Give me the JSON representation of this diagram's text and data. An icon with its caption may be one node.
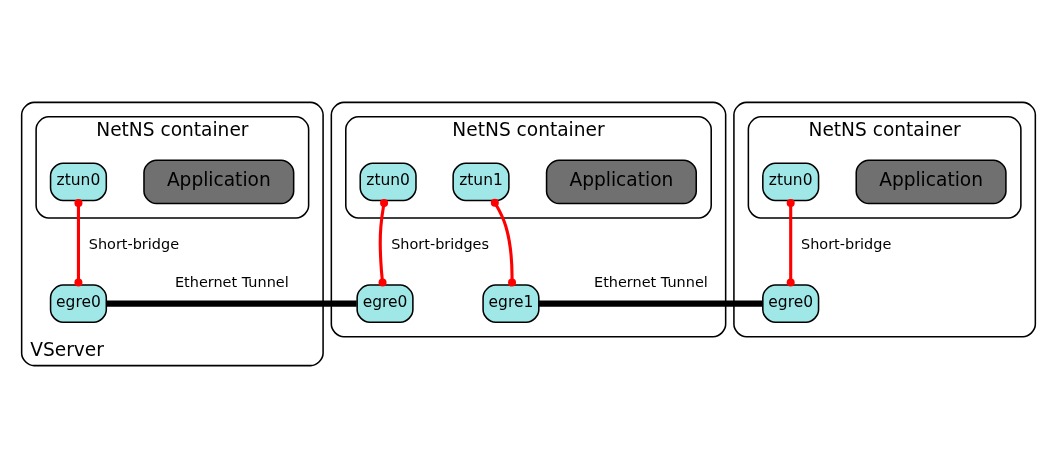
{
  "diagram": {
    "nodes": [
      {
        "text": [
          "VServer"
        ]
      },
      {
        "text": [
          "NetNS container"
        ],
        "in": 0
      },
      {
        "text": [
          "Application"
        ],
        "in": 1
      },
      {
        "text": [
          "ztun0"
        ],
        "in": 1
      },
      {
        "text": [
          "egre0"
        ],
        "in": 0
      },
      {
        "text": [],
        "shape": "box"
      },
      {
        "text": [
          "NetNS container"
        ],
        "in": 5
      },
      {
        "text": [
          "Application"
        ],
        "in": 6
      },
      {
        "text": [
          "ztun0"
        ],
        "in": 6
      },
      {
        "text": [
          "ztun1"
        ],
        "in": 6
      },
      {
        "text": [
          "egre0"
        ],
        "in": 5
      },
      {
        "text": [
          "egre1"
        ],
        "in": 5
      },
      {
        "text": [],
        "shape": "box"
      },
      {
        "text": [
          "NetNS container"
        ],
        "in": 12
      },
      {
        "text": [
          "Application"
        ],
        "in": 13
      },
      {
        "text": [
          "ztun0"
        ],
        "in": 13
      },
      {
        "text": [
          "egre0"
        ],
        "in": 12
      }
    ],
    "edges": [
      {
        "from": 3,
        "to": 4,
        "arrow": "other",
        "label": "Short-bridge"
      },
      {
        "from": 8,
        "to": 10,
        "arrow": "other",
        "label": "Short-bridges"
      },
      {
        "from": 9,
        "to": 11,
        "arrow": "other"
      },
      {
        "from": 15,
        "to": 16,
        "arrow": "other",
        "label": "Short-bridge"
      },
      {
        "from": 4,
        "to": 10,
        "arrow": "none",
        "label": "Ethernet Tunnel",
        "style": "thick",
        "color": "#000000"
      },
      {
        "from": 11,
        "to": 16,
        "arrow": "none",
        "label": "Ethernet Tunnel",
        "style": "thick",
        "color": "#000000"
      }
    ]
  }
}
